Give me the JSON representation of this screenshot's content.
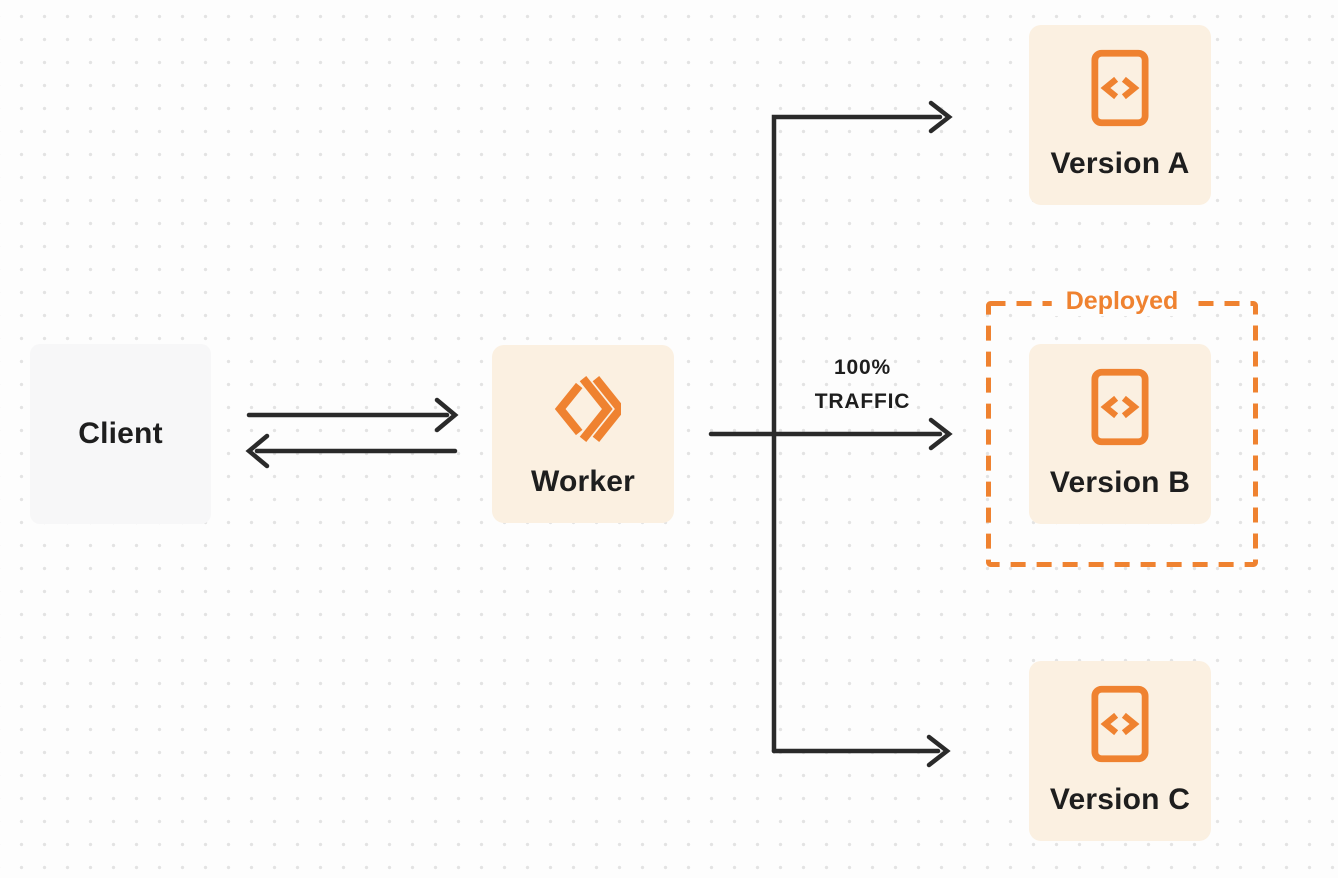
{
  "diagram": {
    "title": "worker-traffic-routing-diagram",
    "nodes": {
      "client": {
        "label": "Client"
      },
      "worker": {
        "label": "Worker",
        "icon": "cloudflare-workers-icon"
      },
      "version_a": {
        "label": "Version A",
        "icon": "code-file-icon"
      },
      "version_b": {
        "label": "Version B",
        "icon": "code-file-icon",
        "annotation": "Deployed"
      },
      "version_c": {
        "label": "Version C",
        "icon": "code-file-icon"
      }
    },
    "labels": {
      "deployed": "Deployed",
      "traffic_line1": "100%",
      "traffic_line2": "TRAFFIC"
    },
    "edges": [
      {
        "from": "client",
        "to": "worker",
        "style": "arrow-right"
      },
      {
        "from": "worker",
        "to": "client",
        "style": "arrow-left"
      },
      {
        "from": "worker",
        "to": "version_a",
        "style": "arrow"
      },
      {
        "from": "worker",
        "to": "version_b",
        "style": "arrow",
        "label": "100% TRAFFIC"
      },
      {
        "from": "worker",
        "to": "version_c",
        "style": "arrow"
      }
    ]
  },
  "colors": {
    "accent": "#EF8230",
    "cream": "#FBF0E1",
    "client-fill": "#F7F7F8",
    "arrow": "#2A2A2A",
    "text": "#1E1E1E",
    "bg": "#FDFDFD",
    "dots": "#E3E3E3"
  }
}
